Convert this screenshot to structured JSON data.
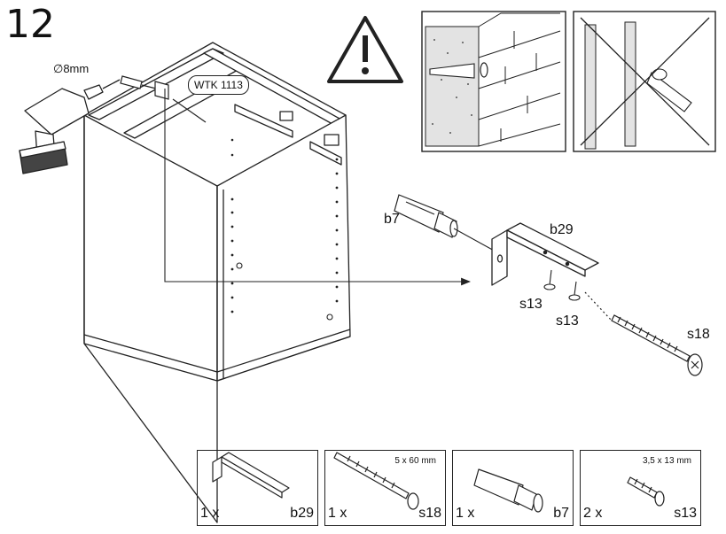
{
  "step": {
    "number": "12"
  },
  "drill": {
    "diameter_label": "∅8mm"
  },
  "callout": {
    "fitting": "WTK 1113"
  },
  "assembly_labels": {
    "b7": "b7",
    "b29": "b29",
    "s13_a": "s13",
    "s13_b": "s13",
    "s18": "s18"
  },
  "parts": [
    {
      "qty": "1 x",
      "code": "b29",
      "spec": ""
    },
    {
      "qty": "1 x",
      "code": "s18",
      "spec": "5 x 60 mm"
    },
    {
      "qty": "1 x",
      "code": "b7",
      "spec": ""
    },
    {
      "qty": "2 x",
      "code": "s13",
      "spec": "3,5 x 13 mm"
    }
  ],
  "colors": {
    "line": "#222222",
    "fill": "#ffffff",
    "concrete": "#e3e3e3"
  }
}
